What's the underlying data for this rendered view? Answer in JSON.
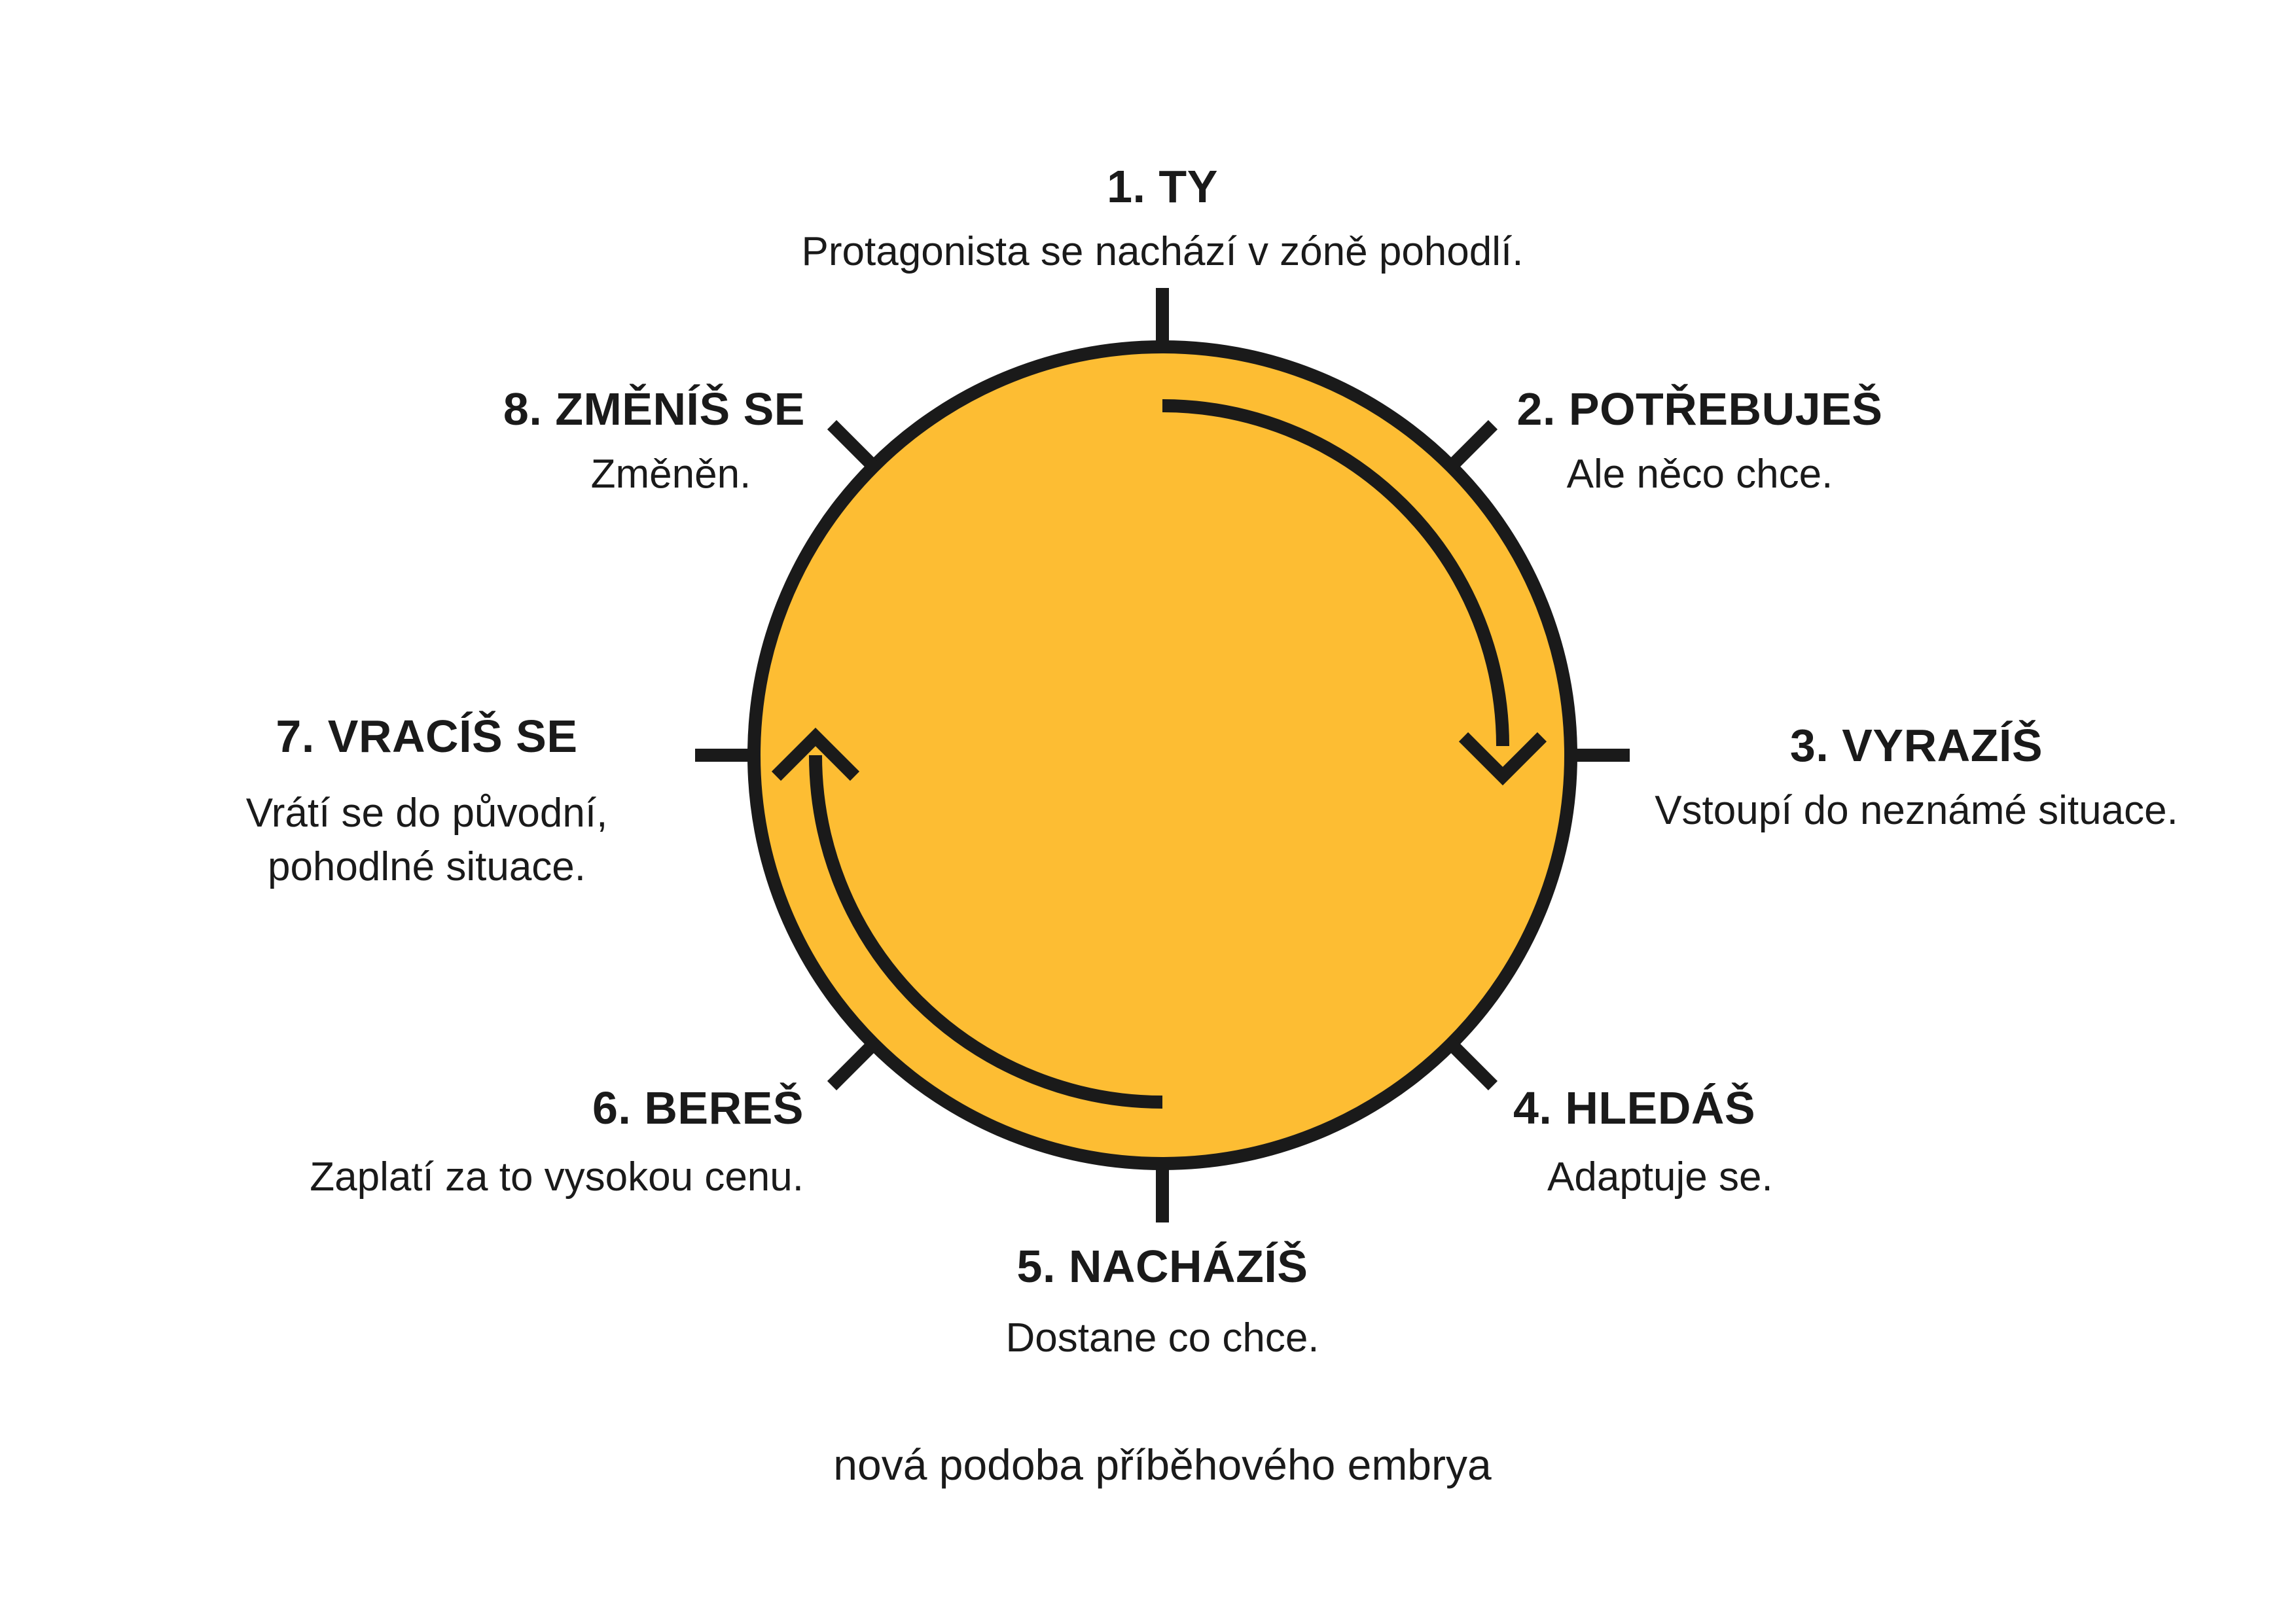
{
  "colors": {
    "circle_fill": "#FDBD33",
    "stroke": "#1a1a1a",
    "text": "#1a1a1a",
    "background": "#ffffff"
  },
  "stages": [
    {
      "title": "1. TY",
      "description": "Protagonista se nachází v zóně pohodlí."
    },
    {
      "title": "2. POTŘEBUJEŠ",
      "description": "Ale něco chce."
    },
    {
      "title": "3. VYRAZÍŠ",
      "description": "Vstoupí do neznámé situace."
    },
    {
      "title": "4. HLEDÁŠ",
      "description": "Adaptuje se."
    },
    {
      "title": "5. NACHÁZÍŠ",
      "description": "Dostane co chce."
    },
    {
      "title": "6. BEREŠ",
      "description": "Zaplatí za to vysokou cenu."
    },
    {
      "title": "7. VRACÍŠ SE",
      "description_lines": [
        "Vrátí se do původní,",
        "pohodlné situace."
      ]
    },
    {
      "title": "8. ZMĚNÍŠ SE",
      "description": "Změněn."
    }
  ],
  "caption": "nová podoba příběhového embrya"
}
